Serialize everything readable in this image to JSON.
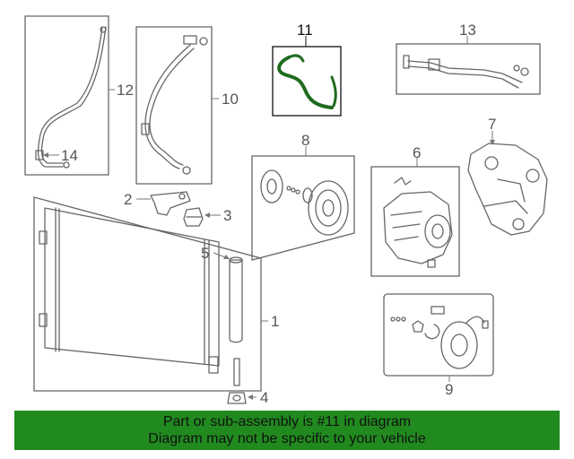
{
  "callouts": {
    "c1": "1",
    "c2": "2",
    "c3": "3",
    "c4": "4",
    "c5": "5",
    "c6": "6",
    "c7": "7",
    "c8": "8",
    "c9": "9",
    "c10": "10",
    "c11": "11",
    "c12": "12",
    "c13": "13",
    "c14": "14"
  },
  "highlight": {
    "part": "11",
    "color": "#1f6b1f"
  },
  "banner": {
    "line1": "Part or sub-assembly is #11 in diagram",
    "line2": "Diagram may not be specific to your vehicle",
    "color": "#218a1f"
  }
}
